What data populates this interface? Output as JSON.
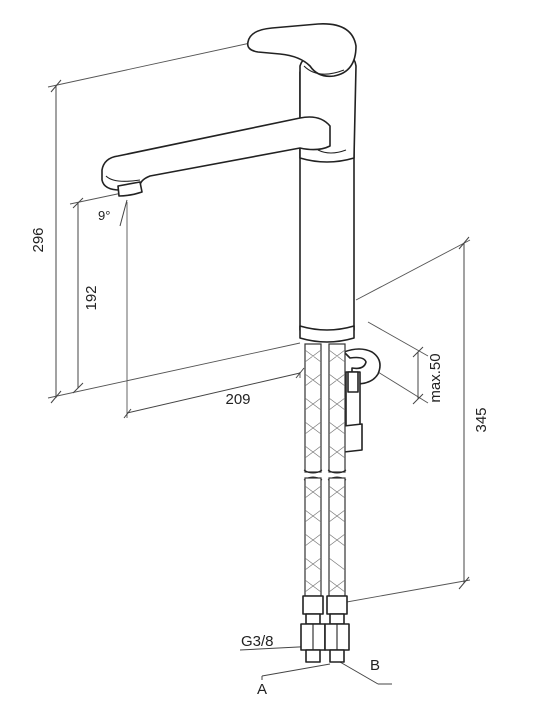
{
  "dimensions": {
    "total_height": "296",
    "spout_height": "192",
    "spout_reach": "209",
    "below_deck_length": "345",
    "max_deck_thickness": "max.50",
    "spout_angle": "9°"
  },
  "connections": {
    "thread": "G3/8",
    "hose_a": "A",
    "hose_b": "B"
  }
}
